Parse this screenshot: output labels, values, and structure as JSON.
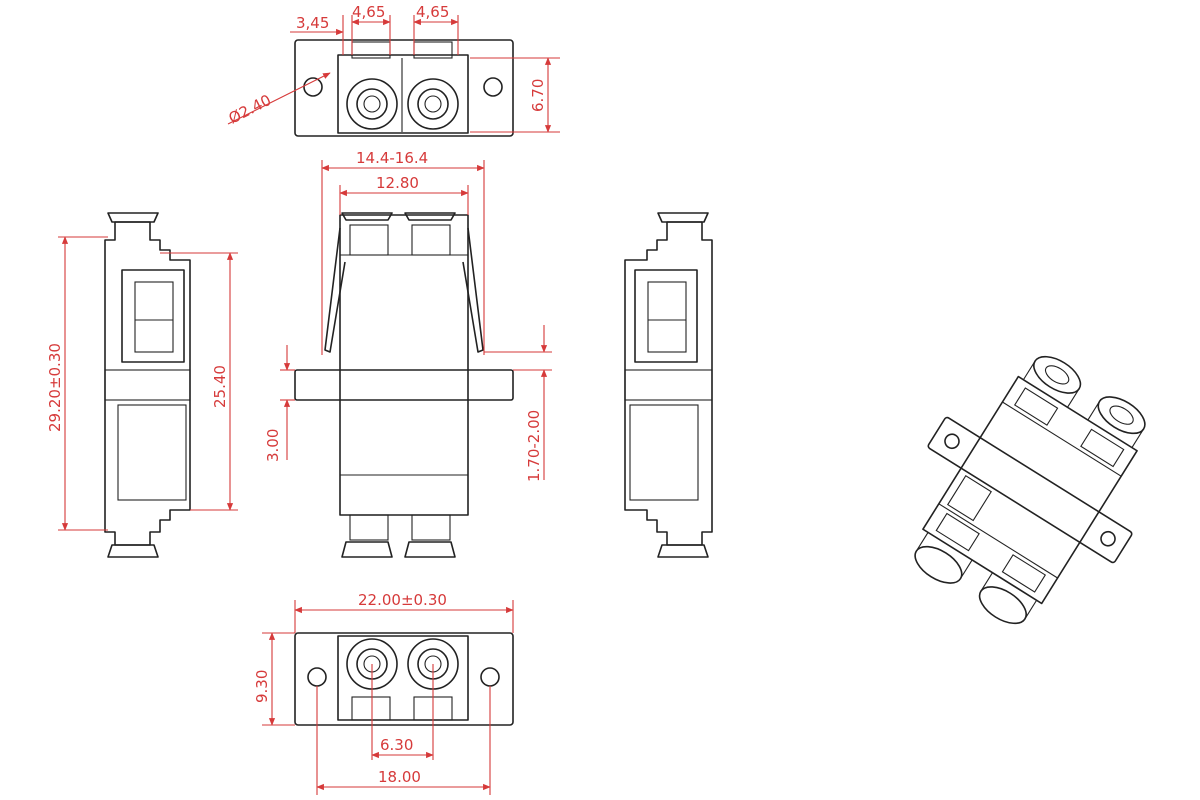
{
  "colors": {
    "outline": "#222222",
    "dimension": "#d63a3a",
    "background": "#ffffff"
  },
  "dimensions": {
    "top_view": {
      "d1": "3,45",
      "d2": "4,65",
      "d3": "4,65",
      "hole": "Ø2.40",
      "height": "6.70"
    },
    "front_view": {
      "outer_width": "14.4-16.4",
      "inner_width": "12.80",
      "flange": "3.00",
      "clip": "1.70-2.00"
    },
    "side_view": {
      "total_height": "29.20±0.30",
      "body_height": "25.40"
    },
    "bottom_view": {
      "flange_width": "22.00±0.30",
      "height": "9.30",
      "pitch": "6.30",
      "hole_spacing": "18.00"
    }
  }
}
